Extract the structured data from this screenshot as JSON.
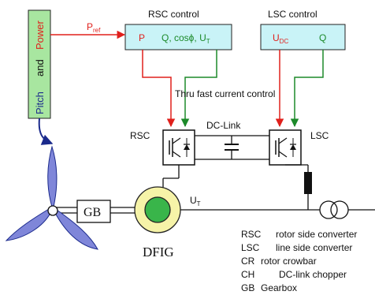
{
  "colors": {
    "box_fill": "#c9f3f7",
    "pitch_box_fill": "#a8e6a0",
    "red_signal": "#e0201c",
    "green_signal": "#1d8a2a",
    "blade_fill": "#7f86d9",
    "generator_ring": "#f6f3a8",
    "rotor_fill": "#39b54a"
  },
  "pitch_power_box": {
    "pitch": "Pitch",
    "and": "and",
    "power": "Power"
  },
  "rsc_control": {
    "title": "RSC control",
    "p_in": "P",
    "outputs": "Q, cosϕ, U",
    "outputs_sub": "T"
  },
  "lsc_control": {
    "title": "LSC control",
    "u_in": "U",
    "u_sub": "DC",
    "q_out": "Q"
  },
  "signals": {
    "pref": "P",
    "pref_sub": "ref",
    "fast_current": "Thru fast current control"
  },
  "converter": {
    "rsc_label": "RSC",
    "lsc_label": "LSC",
    "dc_link": "DC-Link"
  },
  "grid": {
    "ut": "U",
    "ut_sub": "T"
  },
  "drivetrain": {
    "gearbox": "GB",
    "generator": "DFIG"
  },
  "legend": [
    {
      "abbr": "RSC",
      "desc": "rotor side converter"
    },
    {
      "abbr": "LSC",
      "desc": "line side converter"
    },
    {
      "abbr": "CR",
      "desc": "rotor crowbar"
    },
    {
      "abbr": "CH",
      "desc": "DC-link chopper"
    },
    {
      "abbr": "GB",
      "desc": "Gearbox"
    }
  ],
  "icons": {
    "wind_turbine": "turbine-rotor-icon",
    "transformer": "transformer-icon",
    "igbt": "igbt-switch-icon",
    "capacitor": "capacitor-icon",
    "chopper": "chopper-resistor-icon"
  }
}
